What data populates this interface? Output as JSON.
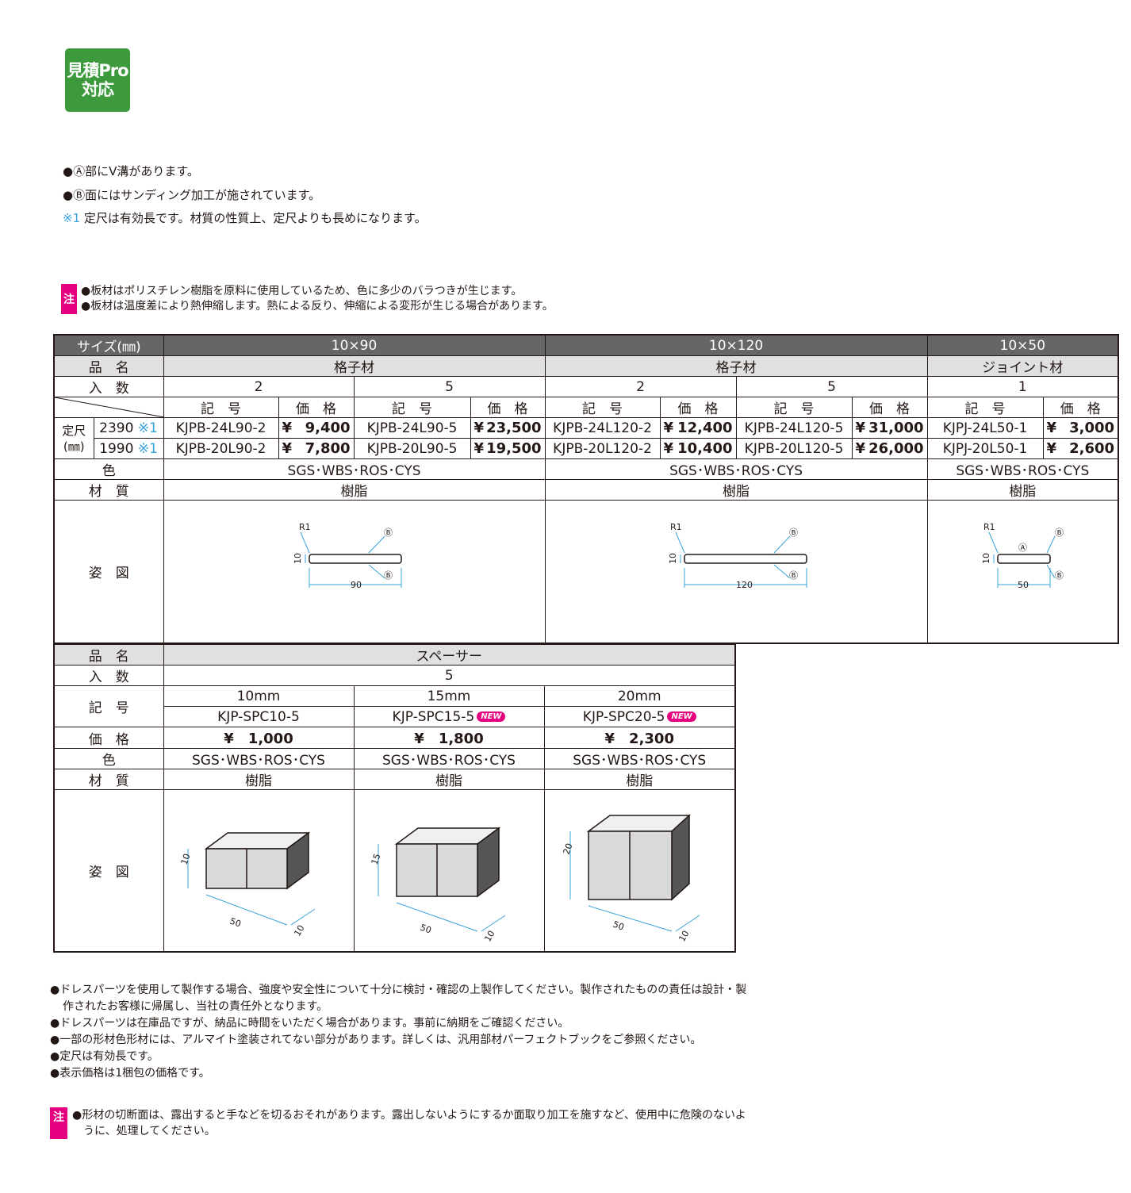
{
  "badge": {
    "line1": "見積Pro",
    "line2": "対応"
  },
  "top_notes": [
    "●Ⓐ部にV溝があります。",
    "●Ⓑ面にはサンディング加工が施されています。"
  ],
  "top_note_star": {
    "mark": "※1",
    "text": "定尺は有効長です。材質の性質上、定尺よりも長めになります。"
  },
  "caution_mark": "注",
  "caution_notes": [
    "●板材はポリスチレン樹脂を原料に使用しているため、色に多少のバラつきが生じます。",
    "●板材は温度差により熱伸縮します。熱による反り、伸縮による変形が生じる場合があります。"
  ],
  "table1": {
    "size_label": "サイズ(㎜)",
    "sizes": [
      "10×90",
      "10×120",
      "10×50"
    ],
    "name_label": "品　名",
    "names": [
      "格子材",
      "格子材",
      "ジョイント材"
    ],
    "qty_label": "入　数",
    "qtys": [
      "2",
      "5",
      "2",
      "5",
      "1"
    ],
    "code_label": "記　号",
    "price_label": "価　格",
    "length_label": "定尺",
    "length_unit": "(㎜)",
    "lengths": [
      {
        "len": "2390",
        "mark": "※1"
      },
      {
        "len": "1990",
        "mark": "※1"
      }
    ],
    "rows": [
      [
        [
          "KJPB-24L90-2",
          "9,400"
        ],
        [
          "KJPB-24L90-5",
          "23,500"
        ],
        [
          "KJPB-24L120-2",
          "12,400"
        ],
        [
          "KJPB-24L120-5",
          "31,000"
        ],
        [
          "KJPJ-24L50-1",
          "3,000"
        ]
      ],
      [
        [
          "KJPB-20L90-2",
          "7,800"
        ],
        [
          "KJPB-20L90-5",
          "19,500"
        ],
        [
          "KJPB-20L120-2",
          "10,400"
        ],
        [
          "KJPB-20L120-5",
          "26,000"
        ],
        [
          "KJPJ-20L50-1",
          "2,600"
        ]
      ]
    ],
    "yen": "¥",
    "color_label": "色",
    "colors": [
      "SGS･WBS･ROS･CYS",
      "SGS･WBS･ROS･CYS",
      "SGS･WBS･ROS･CYS"
    ],
    "material_label": "材　質",
    "materials": [
      "樹脂",
      "樹脂",
      "樹脂"
    ],
    "figure_label": "姿　図",
    "figures": [
      {
        "r": "R1",
        "h": "10",
        "w": "90",
        "b": "Ⓑ"
      },
      {
        "r": "R1",
        "h": "10",
        "w": "120",
        "b": "Ⓑ"
      },
      {
        "r": "R1",
        "h": "10",
        "w": "50",
        "a": "Ⓐ",
        "b": "Ⓑ"
      }
    ]
  },
  "table2": {
    "name_label": "品　名",
    "name": "スペーサー",
    "qty_label": "入　数",
    "qty": "5",
    "code_label": "記　号",
    "sizes": [
      "10mm",
      "15mm",
      "20mm"
    ],
    "codes": [
      "KJP-SPC10-5",
      "KJP-SPC15-5",
      "KJP-SPC20-5"
    ],
    "new_badge": "NEW",
    "price_label": "価　格",
    "prices": [
      "1,000",
      "1,800",
      "2,300"
    ],
    "yen": "¥",
    "color_label": "色",
    "colors": [
      "SGS･WBS･ROS･CYS",
      "SGS･WBS･ROS･CYS",
      "SGS･WBS･ROS･CYS"
    ],
    "material_label": "材　質",
    "materials": [
      "樹脂",
      "樹脂",
      "樹脂"
    ],
    "figure_label": "姿　図",
    "figures": [
      {
        "h": "10",
        "w": "50",
        "d": "10"
      },
      {
        "h": "15",
        "w": "50",
        "d": "10"
      },
      {
        "h": "20",
        "w": "50",
        "d": "10"
      }
    ]
  },
  "bottom_notes": [
    "●ドレスパーツを使用して製作する場合、強度や安全性について十分に検討・確認の上製作してください。製作されたものの責任は設計・製",
    "作されたお客様に帰属し、当社の責任外となります。",
    "●ドレスパーツは在庫品ですが、納品に時間をいただく場合があります。事前に納期をご確認ください。",
    "●一部の形材色形材には、アルマイト塗装されてない部分があります。詳しくは、汎用部材パーフェクトブックをご参照ください。",
    "●定尺は有効長です。",
    "●表示価格は1梱包の価格です。"
  ],
  "bottom_caution": [
    "●形材の切断面は、露出すると手などを切るおそれがあります。露出しないようにするか面取り加工を施すなど、使用中に危険のないよ",
    "うに、処理してください。"
  ]
}
